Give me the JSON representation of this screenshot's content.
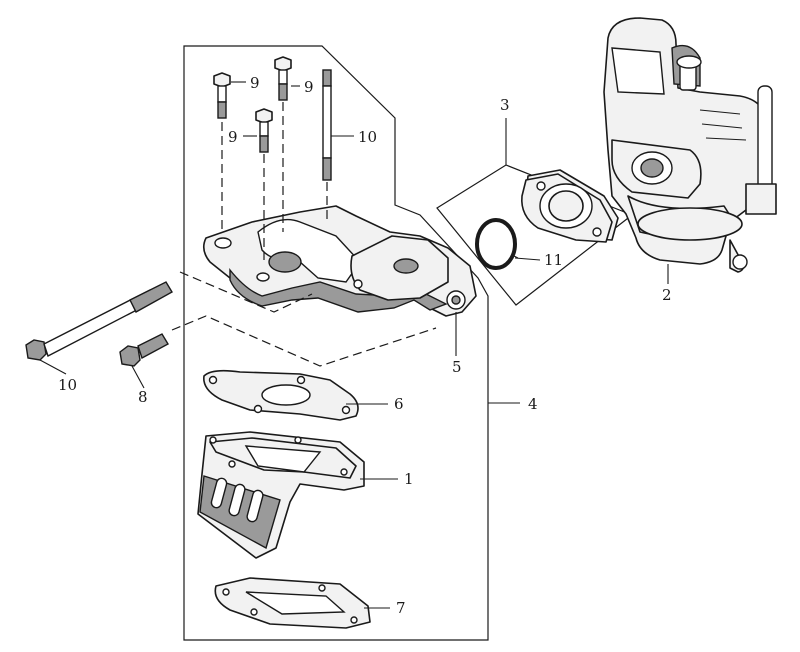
{
  "callouts": [
    {
      "id": "c1",
      "text": "1"
    },
    {
      "id": "c2",
      "text": "2"
    },
    {
      "id": "c3",
      "text": "3"
    },
    {
      "id": "c4",
      "text": "4"
    },
    {
      "id": "c5",
      "text": "5"
    },
    {
      "id": "c6",
      "text": "6"
    },
    {
      "id": "c7",
      "text": "7"
    },
    {
      "id": "c8",
      "text": "8"
    },
    {
      "id": "c9a",
      "text": "9"
    },
    {
      "id": "c9b",
      "text": "9"
    },
    {
      "id": "c9c",
      "text": "9"
    },
    {
      "id": "c10a",
      "text": "10"
    },
    {
      "id": "c10b",
      "text": "10"
    },
    {
      "id": "c11",
      "text": "11"
    }
  ]
}
